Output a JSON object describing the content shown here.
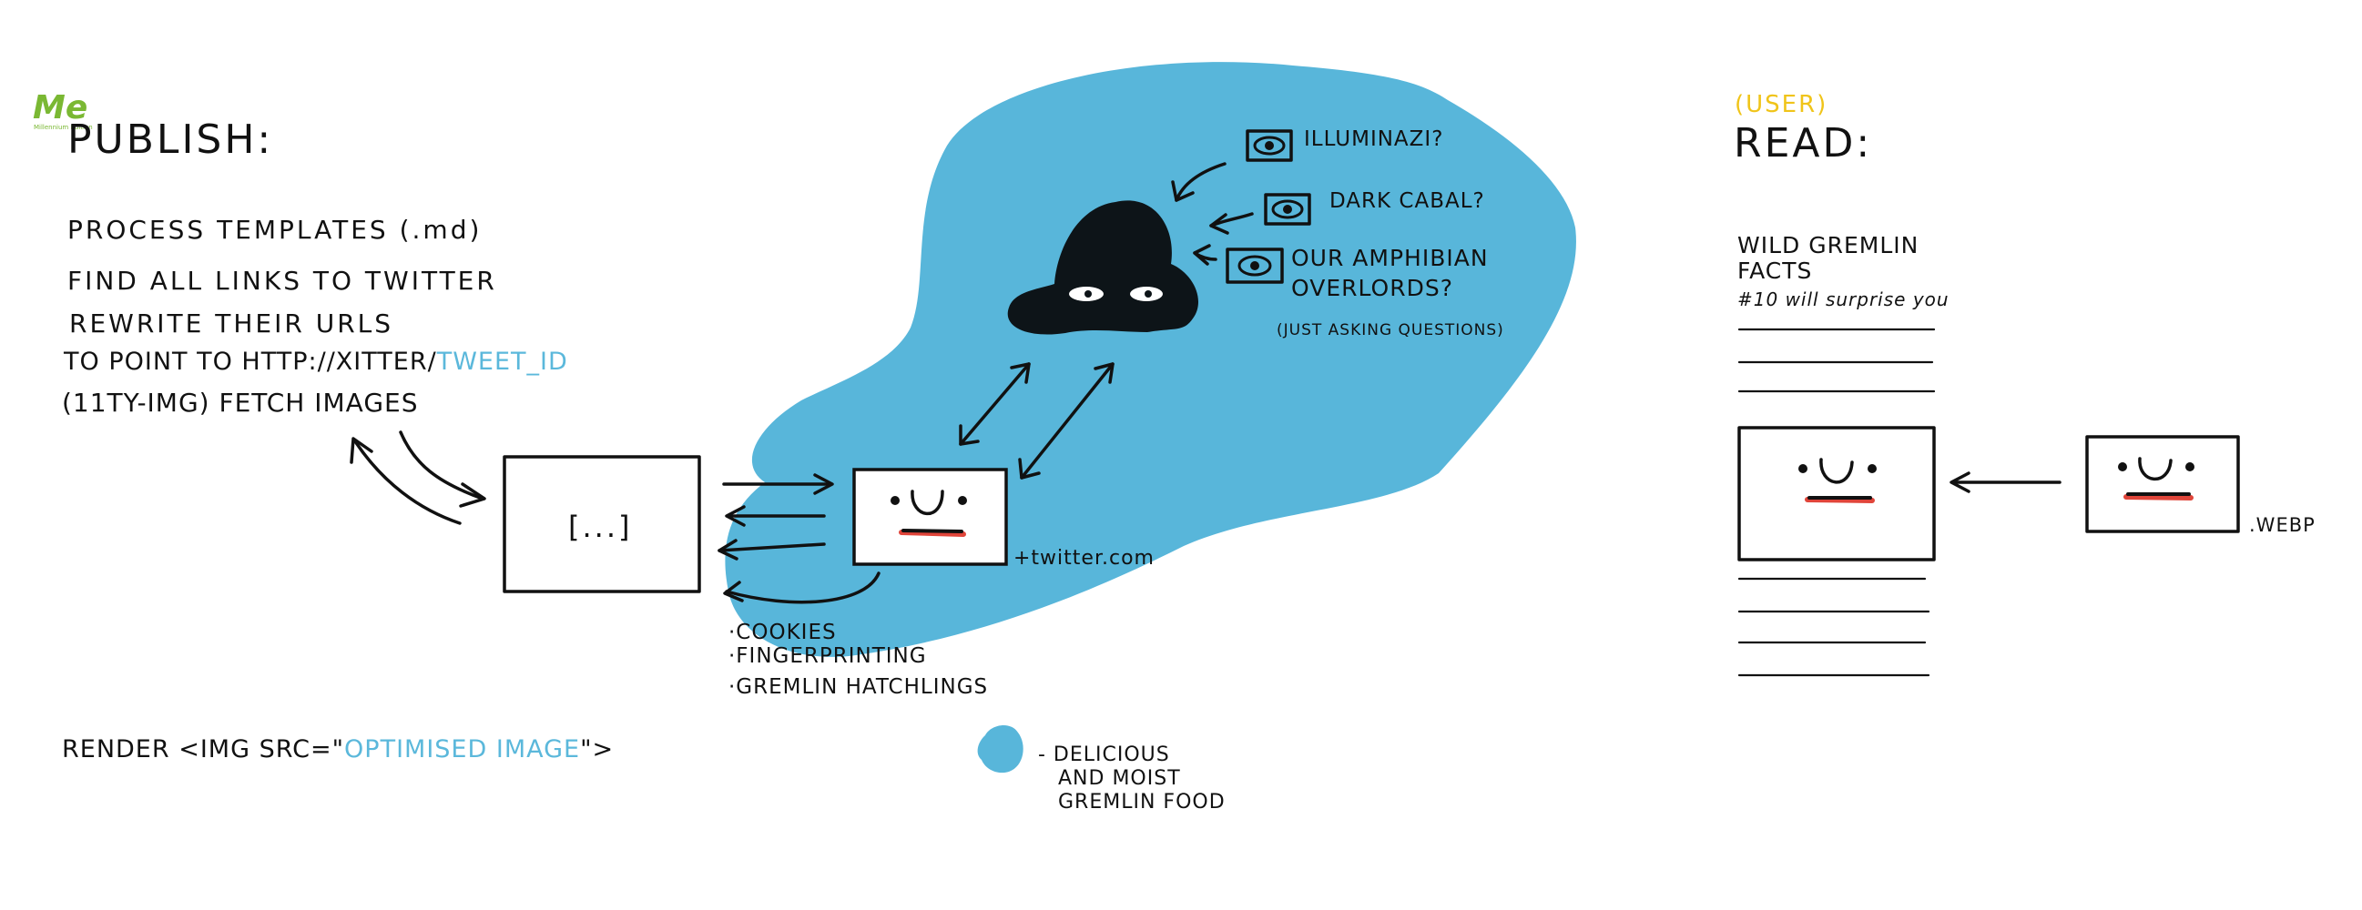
{
  "colors": {
    "blob": "#58b6da",
    "link": "#5bb8db",
    "user": "#f0c419",
    "logo": "#7ab833",
    "smile_underline": "#e0453a"
  },
  "logo": {
    "text": "Me",
    "subtitle": "Millennium Edition"
  },
  "publish": {
    "title": "PUBLISH:",
    "steps": [
      "PROCESS TEMPLATES (.md)",
      "FIND ALL LINKS TO TWITTER",
      "REWRITE THEIR URLS",
      "TO POINT TO HTTP://XITTER/",
      "(11TY-IMG) FETCH IMAGES"
    ],
    "tweet_id": "TWEET_ID",
    "render_prefix": "RENDER <IMG SRC=\"",
    "render_value": "OPTIMISED IMAGE",
    "render_suffix": "\">"
  },
  "processor_box": "[...]",
  "twitter_label": "+twitter.com",
  "risks": [
    "·COOKIES",
    "·FINGERPRINTING",
    "·GREMLIN HATCHLINGS"
  ],
  "conspiracies": [
    "ILLUMINAZI?",
    "DARK CABAL?",
    "OUR AMPHIBIAN",
    "OVERLORDS?"
  ],
  "aside": "(JUST ASKING QUESTIONS)",
  "legend": [
    "- DELICIOUS",
    "AND MOIST",
    "GREMLIN FOOD"
  ],
  "reader": {
    "user_label": "(USER)",
    "title": "READ:",
    "article_title_1": "WILD GREMLIN",
    "article_title_2": "FACTS",
    "article_subtitle": "#10 will surprise you",
    "format_label": ".WEBP"
  }
}
